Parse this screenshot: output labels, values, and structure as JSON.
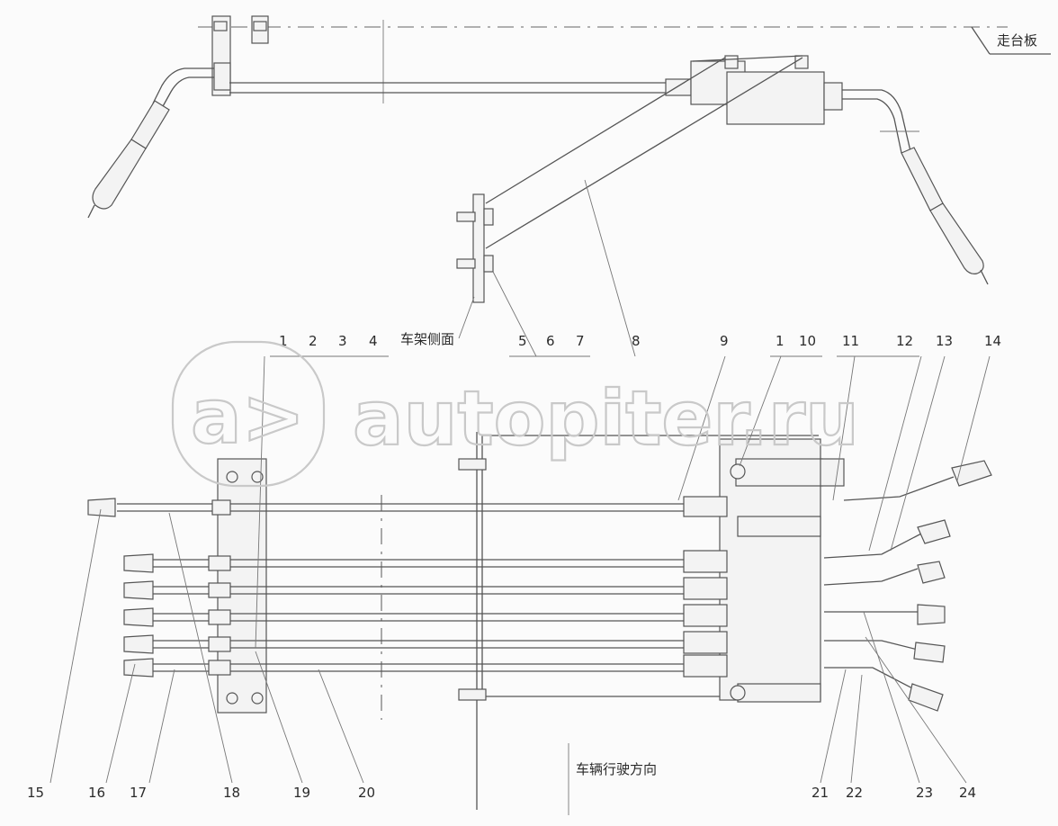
{
  "texts": {
    "walkway_board": "走台板",
    "frame_side": "车架侧面",
    "travel_direction": "车辆行驶方向"
  },
  "watermark": {
    "logo": "a>",
    "site": "autopiter.ru",
    "color": "#c9c9c9"
  },
  "callouts": {
    "top_1234": [
      "1",
      "2",
      "3",
      "4"
    ],
    "top_567": [
      "5",
      "6",
      "7"
    ],
    "n8": "8",
    "n9": "9",
    "top_1_10": [
      "1",
      "10"
    ],
    "top_1112": [
      "11",
      "12"
    ],
    "n13": "13",
    "n14": "14",
    "bottom": [
      "15",
      "16",
      "17",
      "18",
      "19",
      "20",
      "21",
      "22",
      "23",
      "24"
    ]
  },
  "colors": {
    "line": "#555555",
    "background": "#fbfbfb"
  }
}
